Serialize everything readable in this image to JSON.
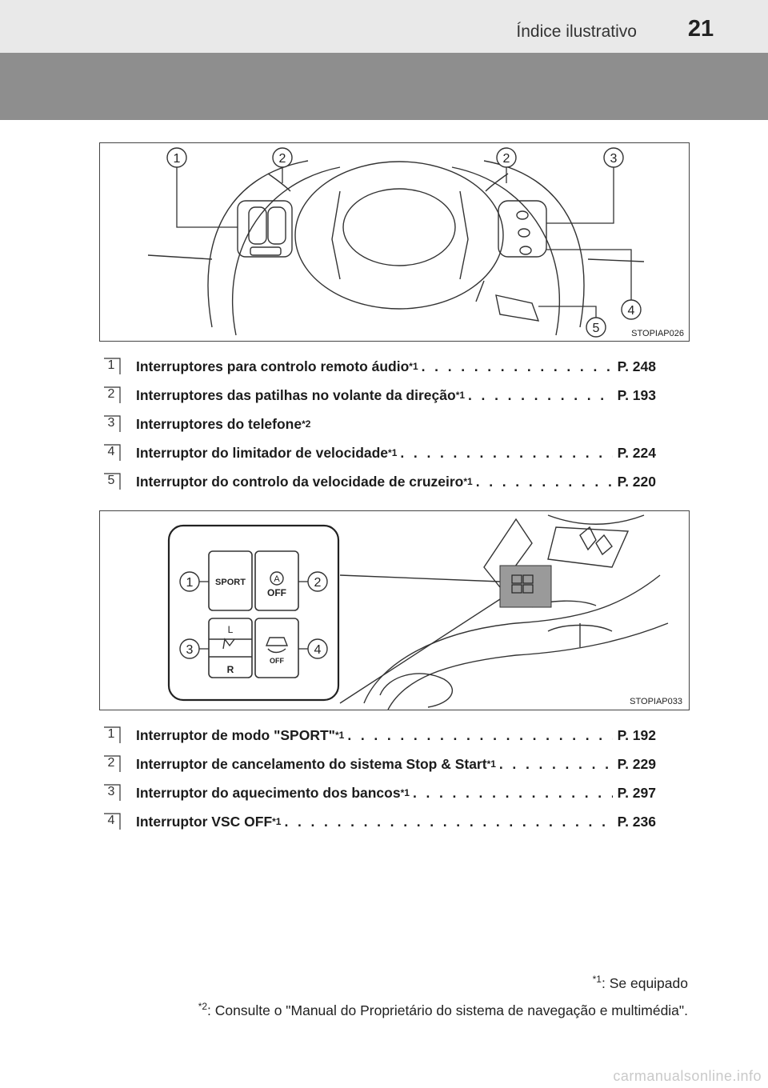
{
  "header": {
    "section_title": "Índice ilustrativo",
    "page_number": "21"
  },
  "figure1": {
    "code": "STOPIAP026",
    "callouts": [
      "1",
      "2",
      "2",
      "3",
      "4",
      "5"
    ]
  },
  "list1": [
    {
      "num": "1",
      "text": "Interruptores para controlo remoto áudio",
      "note": "*1",
      "page": "P. 248"
    },
    {
      "num": "2",
      "text": "Interruptores das patilhas no volante da direção",
      "note": "*1",
      "page": "P. 193"
    },
    {
      "num": "3",
      "text": "Interruptores do telefone",
      "note": "*2",
      "page": ""
    },
    {
      "num": "4",
      "text": "Interruptor do limitador de velocidade",
      "note": "*1",
      "page": "P. 224"
    },
    {
      "num": "5",
      "text": "Interruptor do controlo da velocidade de cruzeiro",
      "note": "*1",
      "page": "P. 220"
    }
  ],
  "figure2": {
    "code": "STOPIAP033",
    "callouts": [
      "1",
      "2",
      "3",
      "4"
    ],
    "buttons": {
      "sport": "SPORT",
      "stop_start_top": "A",
      "stop_start_bottom": "OFF",
      "seat_left": "L",
      "seat_right": "R",
      "vsc_off": "OFF"
    }
  },
  "list2": [
    {
      "num": "1",
      "text": "Interruptor de modo \"SPORT\"",
      "note": "*1",
      "page": "P. 192"
    },
    {
      "num": "2",
      "text": "Interruptor de cancelamento do sistema Stop & Start",
      "note": "*1",
      "page": "P. 229"
    },
    {
      "num": "3",
      "text": "Interruptor do aquecimento dos bancos",
      "note": "*1",
      "page": "P. 297"
    },
    {
      "num": "4",
      "text": "Interruptor VSC OFF",
      "note": "*1",
      "page": "P. 236"
    }
  ],
  "footnotes": {
    "n1_mark": "*1",
    "n1_text": ": Se equipado",
    "n2_mark": "*2",
    "n2_text": ": Consulte o \"Manual do Proprietário do sistema de navegação e multimédia\"."
  },
  "watermark": "carmanualsonline.info"
}
